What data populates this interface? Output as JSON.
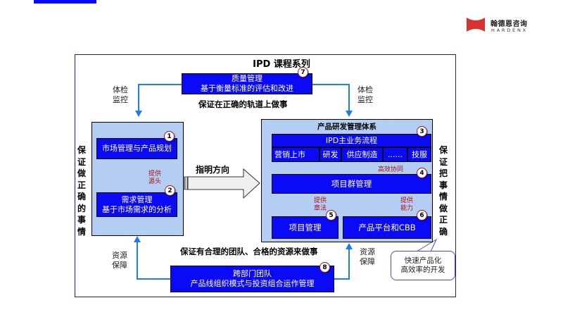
{
  "header": {
    "brand_cn": "翰德恩咨询",
    "brand_en": "HARDENX",
    "logo_color": "#d8322e",
    "accent_bar_color": "#0a0aff"
  },
  "diagram": {
    "title": "IPD 课程系列",
    "colors": {
      "box_fill": "#0a0af5",
      "panel_fill": "#b4cdf3",
      "connector": "#1e7cf0",
      "badge_border": "#a01818",
      "note_text": "#b01010"
    },
    "quality_box": {
      "line1": "质量管理",
      "line2": "基于衡量标准的评估和改进",
      "badge": "7"
    },
    "top_caption": "保证在正确的轨道上做事",
    "left_top_label": [
      "体检",
      "监控"
    ],
    "right_top_label": [
      "体检",
      "监控"
    ],
    "left_vertical_label": "保证做正确的事情",
    "right_vertical_label": "保证把事情做正确",
    "left_panel": {
      "market_box": {
        "label": "市场管理与产品规划",
        "badge": "1"
      },
      "arrow_note": [
        "提供",
        "源头"
      ],
      "demand_box": {
        "line1": "需求管理",
        "line2": "基于市场需求的分析",
        "badge": "2"
      }
    },
    "direction_arrow_label": "指明方向",
    "right_panel": {
      "title": "产品研发管理体系",
      "ipd_box": {
        "label": "IPD主业务流程",
        "badge": "3",
        "cells": [
          "营销上市",
          "研发",
          "供应制造",
          "......",
          "技服"
        ]
      },
      "collab_note": "高效协同",
      "program_box": {
        "label": "项目群管理",
        "badge": "4"
      },
      "left_arrow_note": [
        "提供",
        "章法"
      ],
      "right_arrow_note": [
        "提供",
        "能力"
      ],
      "project_box": {
        "label": "项目管理",
        "badge": "5"
      },
      "platform_box": {
        "label": "产品平台和CBB",
        "badge": "6"
      }
    },
    "bottom_caption": "保证有合理的团队、合格的资源来做事",
    "left_bottom_label": [
      "资源",
      "保障"
    ],
    "right_bottom_label": [
      "资源",
      "保障"
    ],
    "team_box": {
      "line1": "跨部门团队",
      "line2": "产品线组织模式与投资组合运作管理",
      "badge": "8"
    },
    "callout": [
      "快速产品化",
      "高效率的开发"
    ]
  }
}
